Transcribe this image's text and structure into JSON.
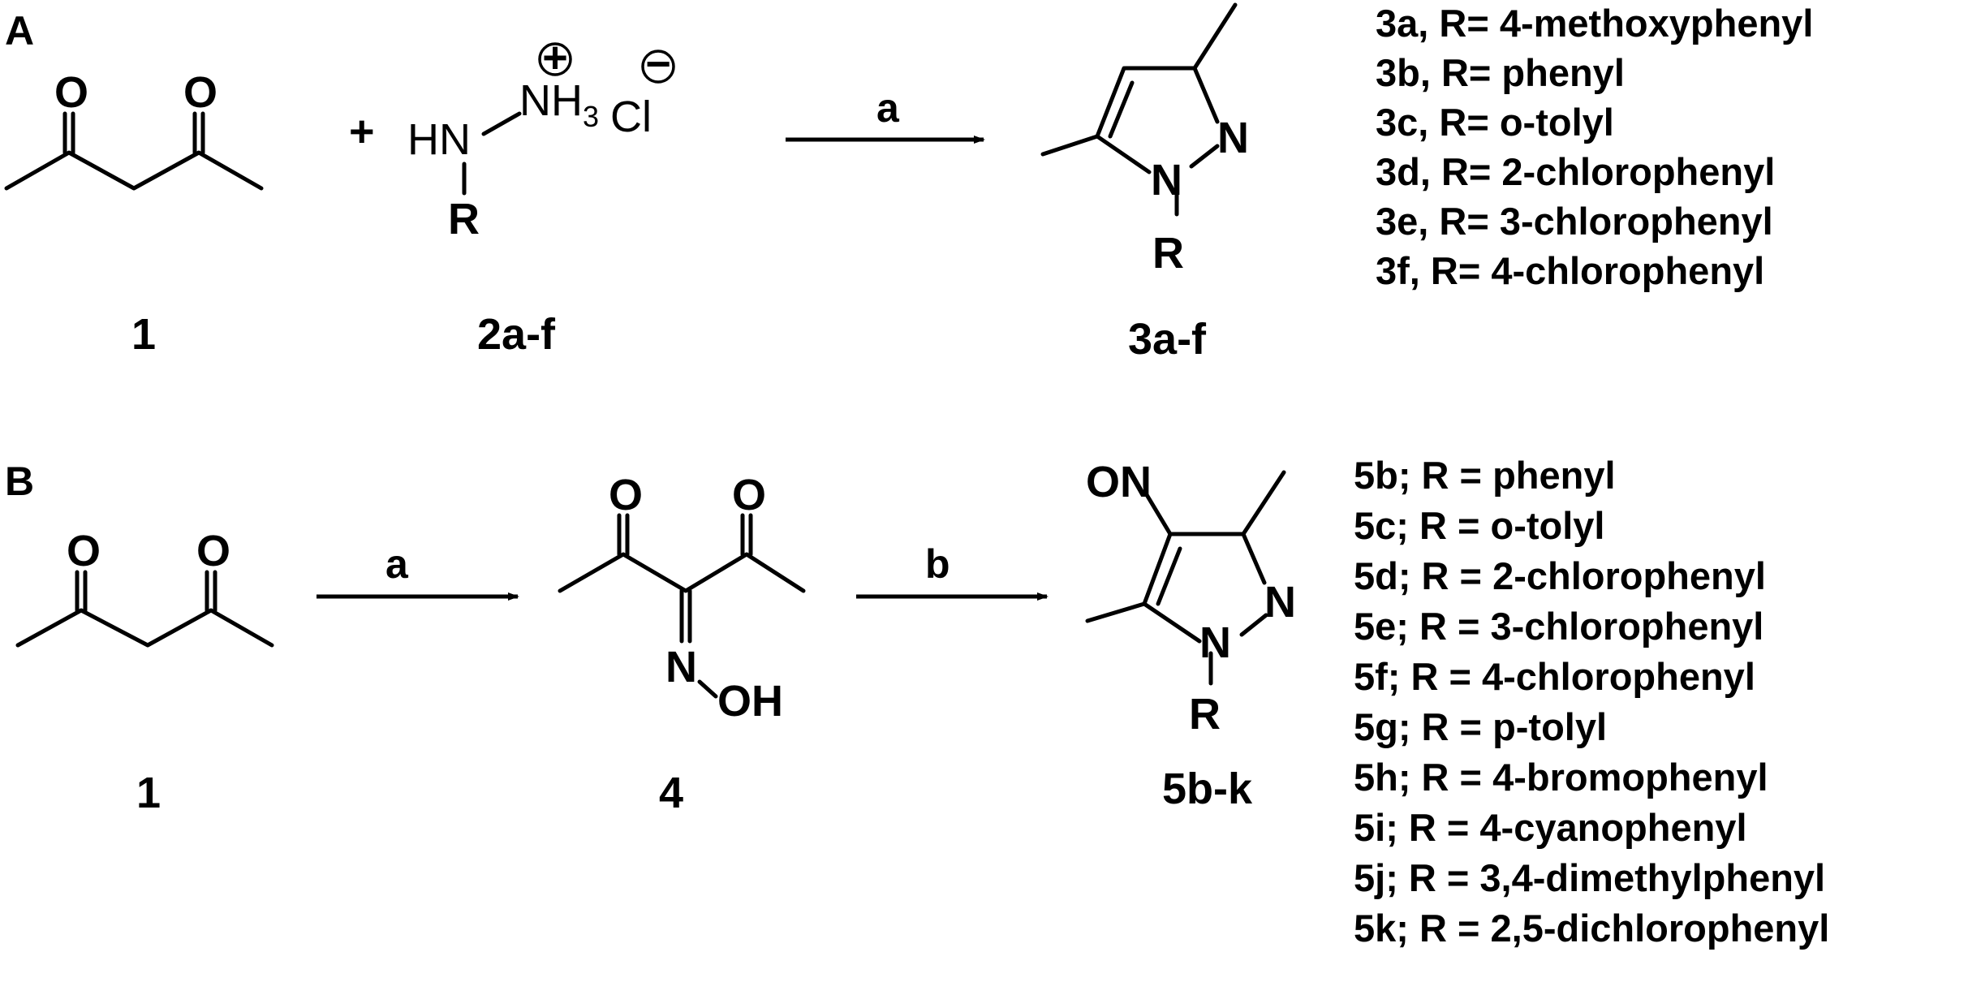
{
  "panels": {
    "a": "A",
    "b": "B"
  },
  "atoms": {
    "O": "O",
    "N": "N",
    "R": "R",
    "HN": "HN",
    "NH": "NH",
    "three": "3",
    "Cl": "Cl",
    "ON": "ON",
    "OH": "OH",
    "plus": "+",
    "oplus": "+",
    "ominus": "−"
  },
  "compounds": {
    "c1": "1",
    "c2": "2a-f",
    "c3": "3a-f",
    "c4": "4",
    "c5": "5b-k"
  },
  "reagents": {
    "a": "a",
    "b": "b"
  },
  "list_a": [
    "3a, R= 4-methoxyphenyl",
    "3b, R= phenyl",
    "3c, R= o-tolyl",
    "3d, R= 2-chlorophenyl",
    "3e, R= 3-chlorophenyl",
    "3f, R= 4-chlorophenyl"
  ],
  "list_b": [
    "5b; R =  phenyl",
    "5c; R = o-tolyl",
    "5d; R = 2-chlorophenyl",
    "5e; R = 3-chlorophenyl",
    "5f; R = 4-chlorophenyl",
    "5g; R = p-tolyl",
    "5h; R = 4-bromophenyl",
    "5i; R = 4-cyanophenyl",
    "5j; R = 3,4-dimethylphenyl",
    "5k; R = 2,5-dichlorophenyl"
  ]
}
